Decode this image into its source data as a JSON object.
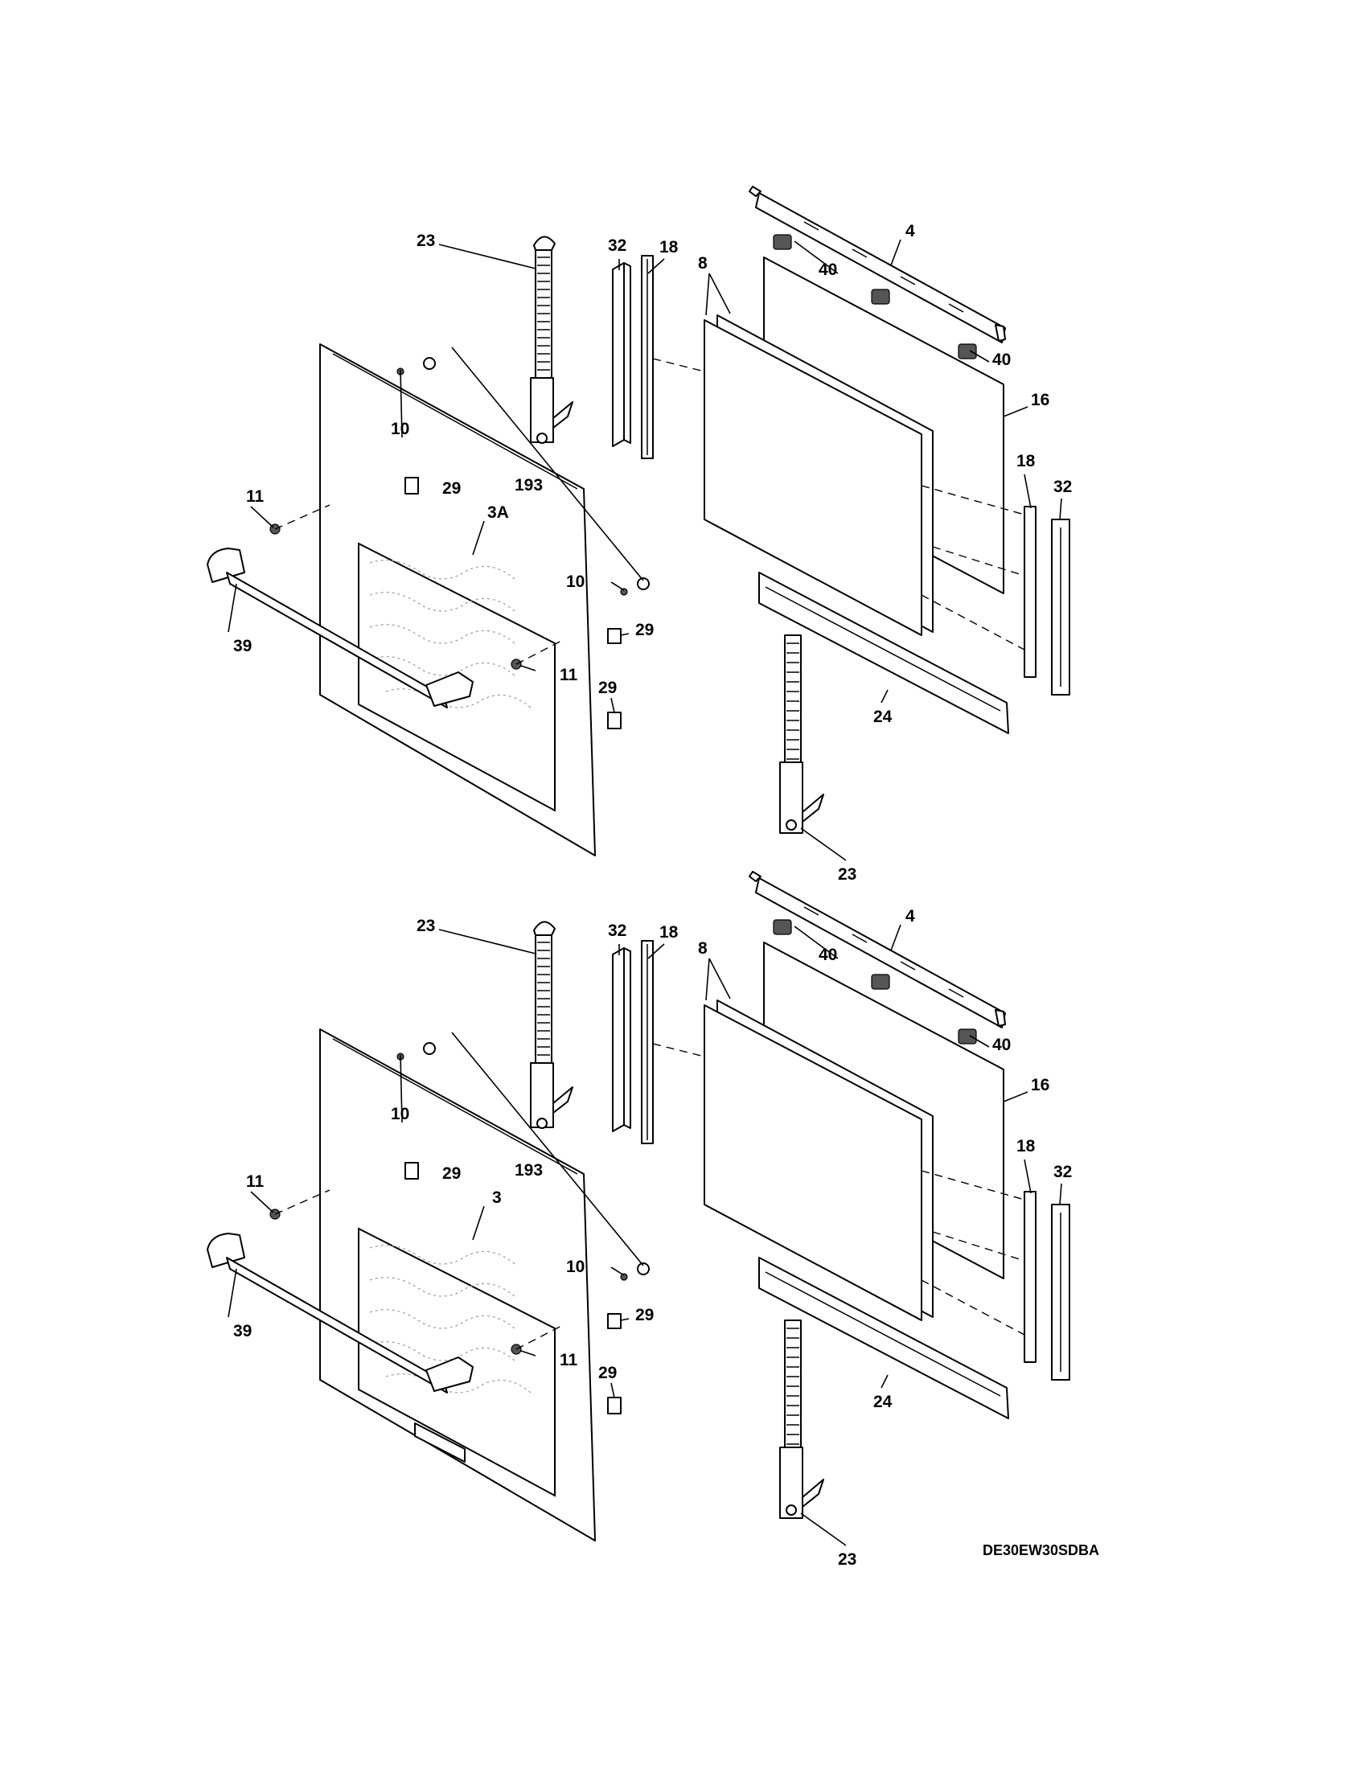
{
  "labels": {
    "u23a": "23",
    "u32a": "32",
    "u18a": "18",
    "u8": "8",
    "u4": "4",
    "u40a": "40",
    "u40b": "40",
    "u16": "16",
    "u18b": "18",
    "u32b": "32",
    "u10a": "10",
    "u193": "193",
    "u29a": "29",
    "u11a": "11",
    "u3A": "3A",
    "u10b": "10",
    "u29b": "29",
    "u39": "39",
    "u11b": "11",
    "u29c": "29",
    "u24": "24",
    "u23b": "23",
    "l23a": "23",
    "l32a": "32",
    "l18a": "18",
    "l8": "8",
    "l4": "4",
    "l40a": "40",
    "l40b": "40",
    "l16": "16",
    "l18b": "18",
    "l32b": "32",
    "l10a": "10",
    "l193": "193",
    "l29a": "29",
    "l11a": "11",
    "l3": "3",
    "l10b": "10",
    "l29b": "29",
    "l39": "39",
    "l11b": "11",
    "l29c": "29",
    "l24": "24",
    "l23b": "23"
  },
  "drawing_code": "DE30EW30SDBA"
}
